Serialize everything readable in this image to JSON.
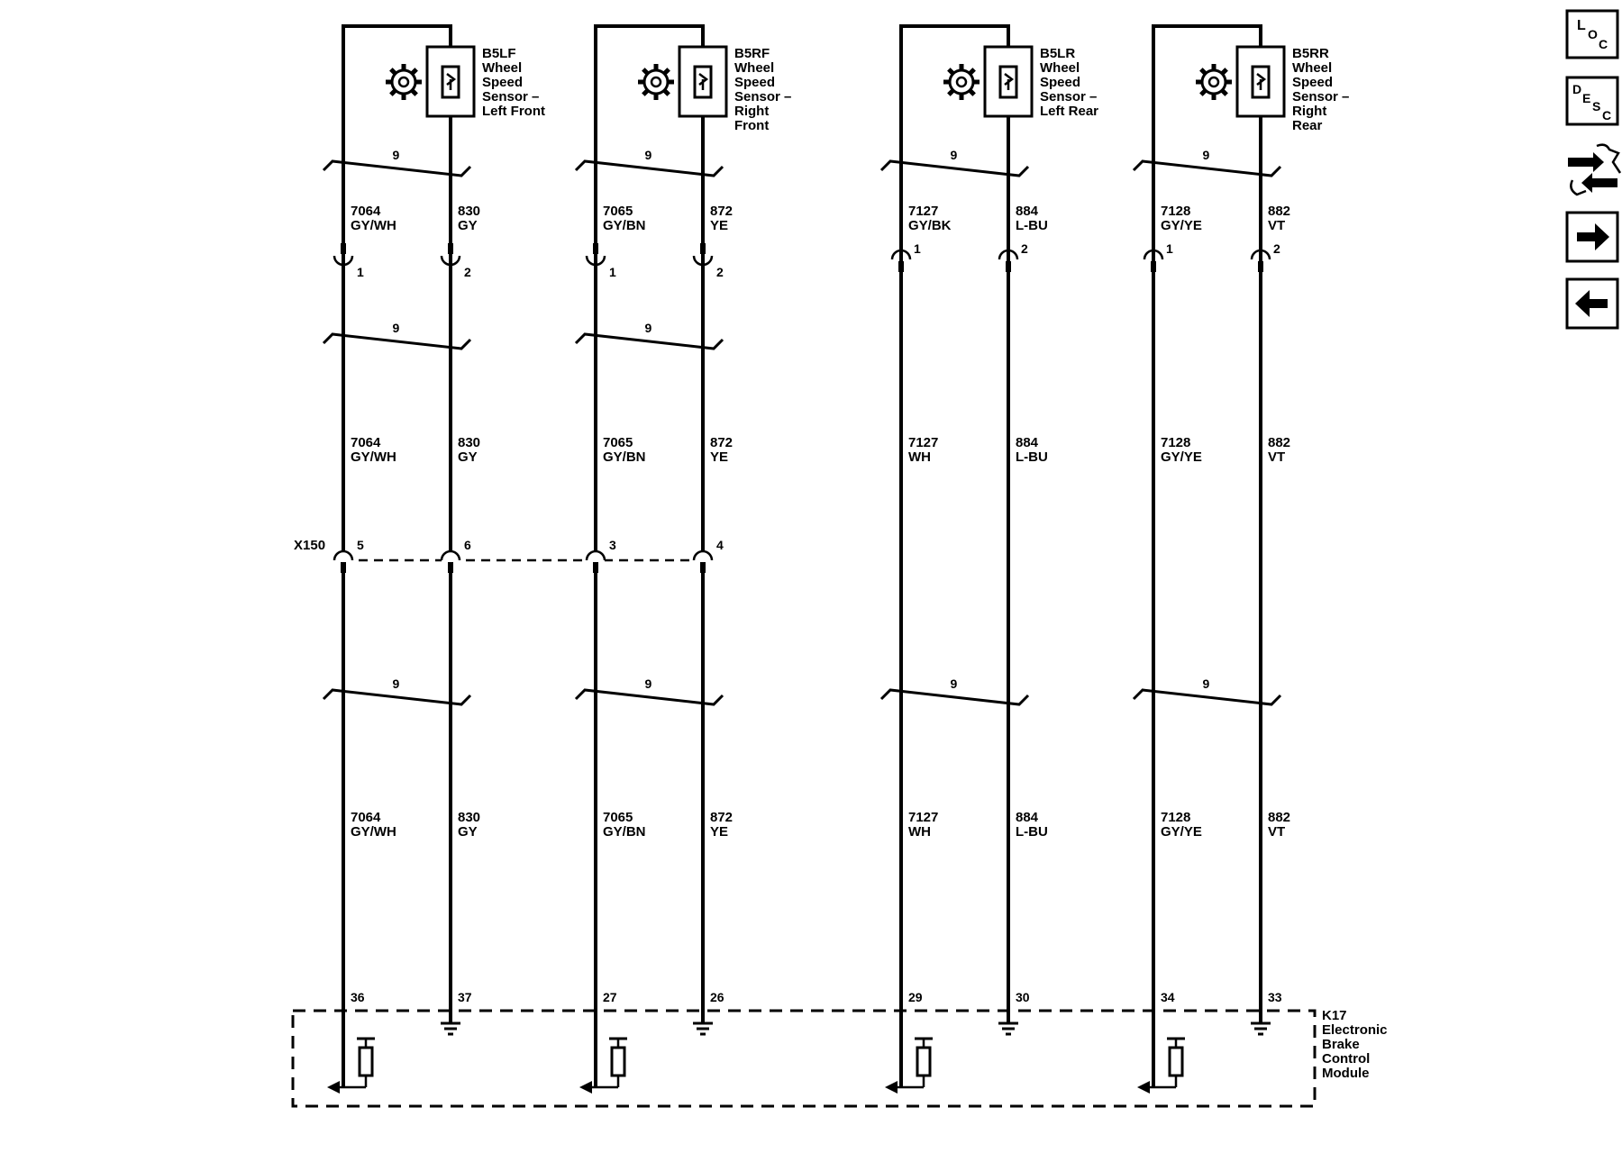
{
  "sensors": [
    {
      "id": "B5LF",
      "name_lines": [
        "Wheel",
        "Speed",
        "Sensor –",
        "Left Front"
      ]
    },
    {
      "id": "B5RF",
      "name_lines": [
        "Wheel",
        "Speed",
        "Sensor –",
        "Right",
        "Front"
      ]
    },
    {
      "id": "B5LR",
      "name_lines": [
        "Wheel",
        "Speed",
        "Sensor –",
        "Left Rear"
      ]
    },
    {
      "id": "B5RR",
      "name_lines": [
        "Wheel",
        "Speed",
        "Sensor –",
        "Right",
        "Rear"
      ]
    }
  ],
  "twist_label": "9",
  "wire_segments": {
    "top": [
      {
        "circuit": "7064",
        "color": "GY/WH"
      },
      {
        "circuit": "830",
        "color": "GY"
      },
      {
        "circuit": "7065",
        "color": "GY/BN"
      },
      {
        "circuit": "872",
        "color": "YE"
      },
      {
        "circuit": "7127",
        "color": "GY/BK"
      },
      {
        "circuit": "884",
        "color": "L-BU"
      },
      {
        "circuit": "7128",
        "color": "GY/YE"
      },
      {
        "circuit": "882",
        "color": "VT"
      }
    ],
    "middle": [
      {
        "circuit": "7064",
        "color": "GY/WH"
      },
      {
        "circuit": "830",
        "color": "GY"
      },
      {
        "circuit": "7065",
        "color": "GY/BN"
      },
      {
        "circuit": "872",
        "color": "YE"
      },
      {
        "circuit": "7127",
        "color": "WH"
      },
      {
        "circuit": "884",
        "color": "L-BU"
      },
      {
        "circuit": "7128",
        "color": "GY/YE"
      },
      {
        "circuit": "882",
        "color": "VT"
      }
    ],
    "bottom": [
      {
        "circuit": "7064",
        "color": "GY/WH"
      },
      {
        "circuit": "830",
        "color": "GY"
      },
      {
        "circuit": "7065",
        "color": "GY/BN"
      },
      {
        "circuit": "872",
        "color": "YE"
      },
      {
        "circuit": "7127",
        "color": "WH"
      },
      {
        "circuit": "884",
        "color": "L-BU"
      },
      {
        "circuit": "7128",
        "color": "GY/YE"
      },
      {
        "circuit": "882",
        "color": "VT"
      }
    ]
  },
  "sensor_connector_pins": [
    "1",
    "2",
    "1",
    "2",
    "1",
    "2",
    "1",
    "2"
  ],
  "inline_connector": {
    "id": "X150",
    "pins": [
      "5",
      "6",
      "3",
      "4"
    ]
  },
  "module_pins": [
    "36",
    "37",
    "27",
    "26",
    "29",
    "30",
    "34",
    "33"
  ],
  "module": {
    "id": "K17",
    "name_lines": [
      "Electronic",
      "Brake",
      "Control",
      "Module"
    ]
  },
  "nav_icons": [
    "location-icon",
    "description-icon",
    "connector-tool-icon",
    "next-arrow-icon",
    "previous-arrow-icon"
  ],
  "nav_text": {
    "loc": [
      "L",
      "O",
      "C"
    ],
    "desc": [
      "D",
      "E",
      "S",
      "C"
    ]
  }
}
